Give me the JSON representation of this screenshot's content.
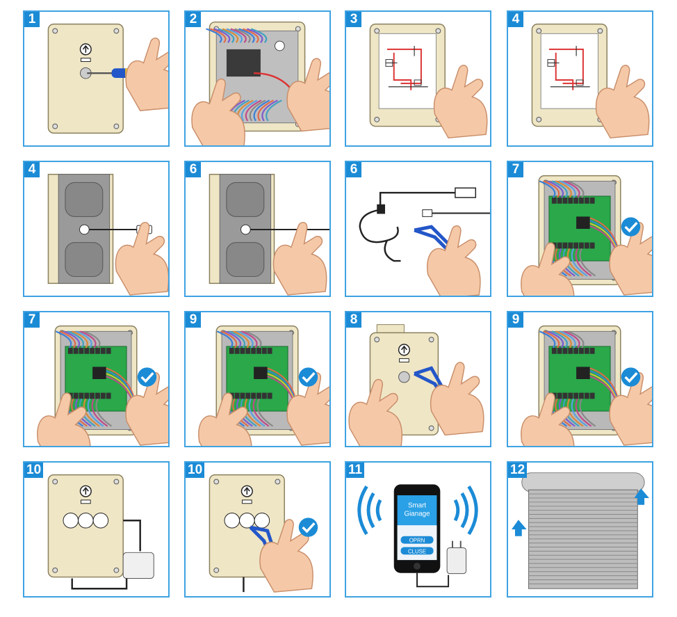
{
  "colors": {
    "accent": "#1b8bd6",
    "border": "#3ea2e2",
    "plate": "#efe6c6",
    "pcb": "#2aa84a",
    "skin": "#f5c9a8"
  },
  "panels": [
    {
      "step": "1",
      "scene": "plate-screwdriver",
      "check": false
    },
    {
      "step": "2",
      "scene": "wiring-box",
      "check": false
    },
    {
      "step": "3",
      "scene": "schematic",
      "check": false
    },
    {
      "step": "4",
      "scene": "schematic",
      "check": false
    },
    {
      "step": "4",
      "scene": "keypad-usb",
      "check": false
    },
    {
      "step": "6",
      "scene": "keypad-cable",
      "check": false
    },
    {
      "step": "6",
      "scene": "cable-cutter",
      "check": false
    },
    {
      "step": "7",
      "scene": "pcb",
      "check": true
    },
    {
      "step": "7",
      "scene": "pcb",
      "check": true
    },
    {
      "step": "9",
      "scene": "pcb",
      "check": true
    },
    {
      "step": "8",
      "scene": "plate-cutter",
      "check": false
    },
    {
      "step": "9",
      "scene": "pcb",
      "check": true
    },
    {
      "step": "10",
      "scene": "plate-adapter",
      "check": false
    },
    {
      "step": "10",
      "scene": "plate-cutter-round",
      "check": true
    },
    {
      "step": "11",
      "scene": "phone",
      "check": false
    },
    {
      "step": "12",
      "scene": "shutter",
      "check": false
    }
  ],
  "phone": {
    "title_line1": "Smart",
    "title_line2": "Gianage",
    "open_label": "OPRN",
    "close_label": "CLUSE"
  },
  "icons": {
    "check": "check-circle-icon",
    "arrow": "arrow-up-icon",
    "wifi": "wireless-signal-icon"
  }
}
